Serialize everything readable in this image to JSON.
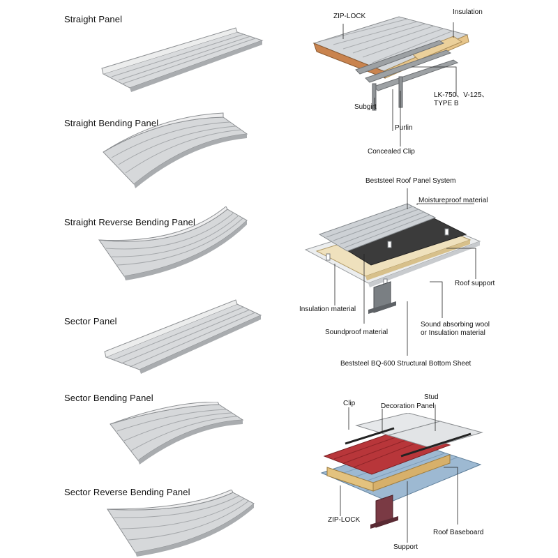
{
  "panels": [
    {
      "name": "Straight Panel"
    },
    {
      "name": "Straight Bending Panel"
    },
    {
      "name": "Straight Reverse Bending Panel"
    },
    {
      "name": "Sector Panel"
    },
    {
      "name": "Sector Bending Panel"
    },
    {
      "name": "Sector Reverse Bending Panel"
    }
  ],
  "diagrams": {
    "zip_lock": {
      "zip_lock": "ZIP-LOCK",
      "insulation": "Insulation",
      "lk750": "LK-750、V-125、",
      "type_b": "TYPE B",
      "subgirt": "Subgirt",
      "purlin": "Purlin",
      "concealed_clip": "Concealed Clip"
    },
    "roof_system": {
      "title": "Beststeel Roof Panel System",
      "moistureproof": "Moistureproof material",
      "roof_support": "Roof support",
      "insulation_material": "Insulation material",
      "sound_absorbing_1": "Sound absorbing wool",
      "sound_absorbing_2": "or Insulation material",
      "soundproof": "Soundproof material",
      "bottom_sheet": "Beststeel BQ-600 Structural Bottom Sheet"
    },
    "decoration": {
      "clip": "Clip",
      "decoration_panel": "Decoration Panel",
      "stud": "Stud",
      "zip_lock": "ZIP-LOCK",
      "roof_baseboard": "Roof Baseboard",
      "support": "Support"
    }
  },
  "colors": {
    "panel_light": "#dcdee0",
    "panel_mid": "#b9bcbf",
    "panel_dark": "#8e9194",
    "insulation": "#e8c98a",
    "membrane": "#3a3a3a",
    "red_sheet": "#b8363a",
    "blue_sheet": "#8fb0cc",
    "steel_beam": "#7a3a44"
  }
}
